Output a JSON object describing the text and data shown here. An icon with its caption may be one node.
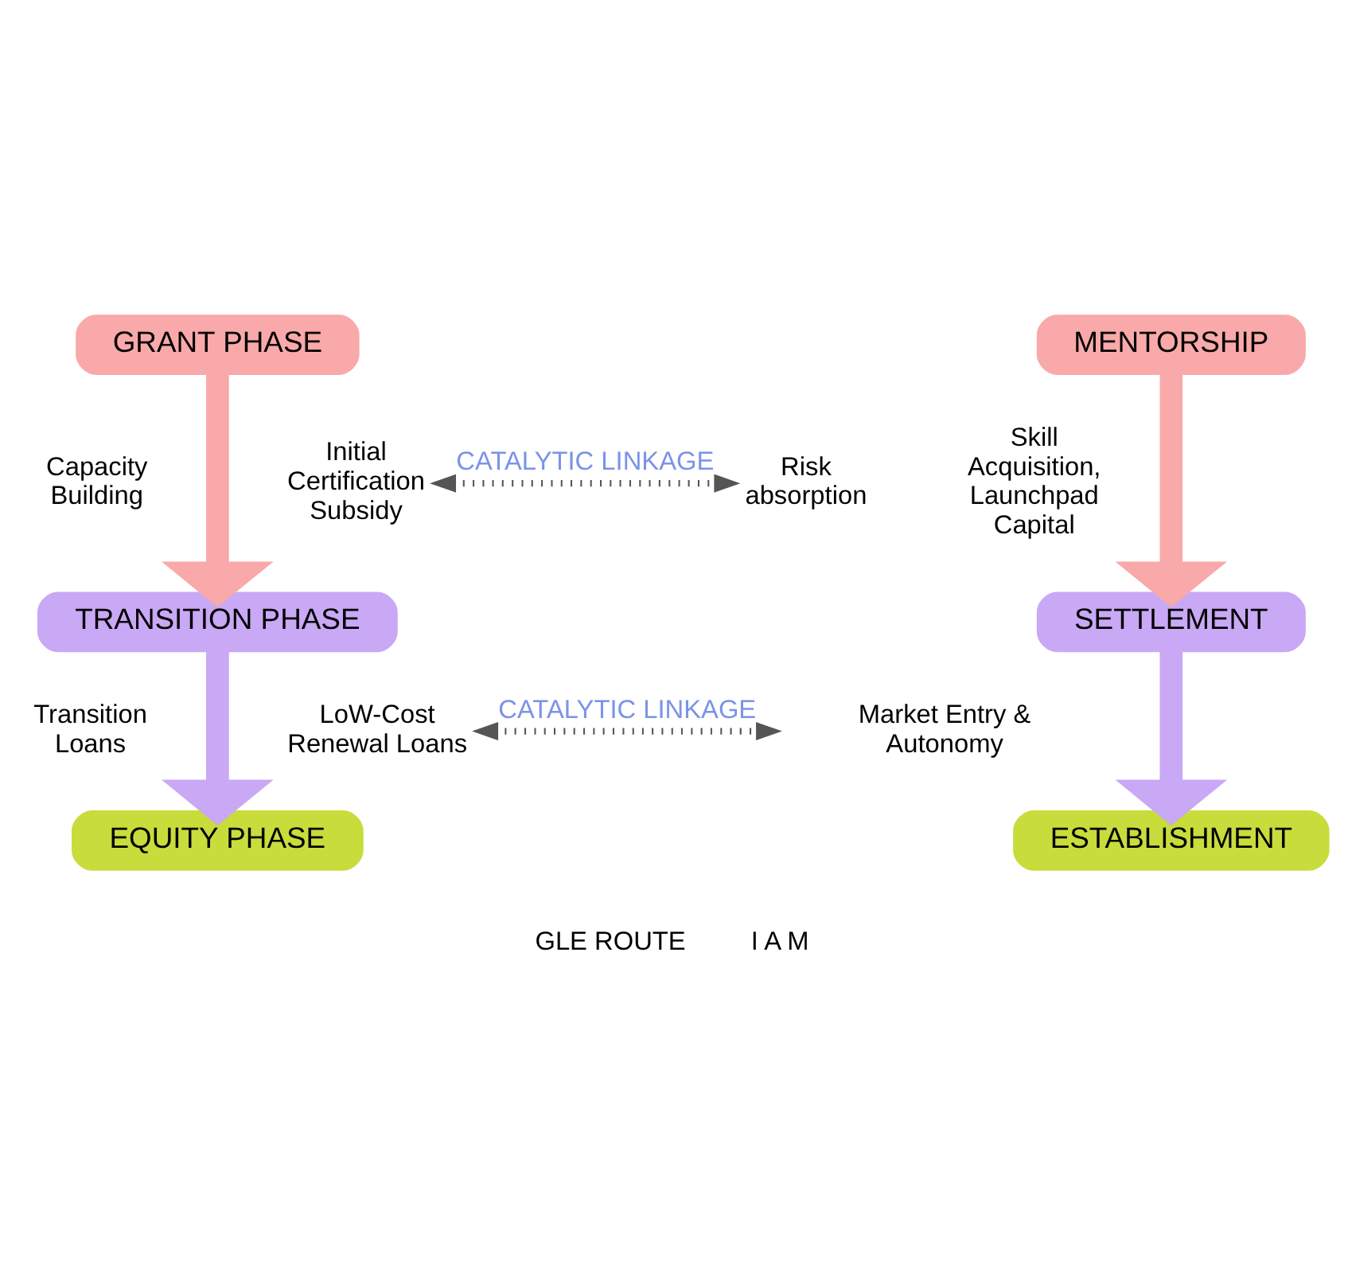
{
  "diagram": {
    "nodes": [
      {
        "text": [
          "GRANT PHASE"
        ]
      },
      {
        "text": [
          "MENTORSHIP"
        ]
      },
      {
        "text": [
          "TRANSITION PHASE"
        ]
      },
      {
        "text": [
          "SETTLEMENT"
        ]
      },
      {
        "text": [
          "EQUITY PHASE"
        ]
      },
      {
        "text": [
          "ESTABLISHMENT"
        ]
      },
      {
        "text": [
          "Initial Certification Subsidy"
        ]
      },
      {
        "text": [
          "Risk absorption"
        ]
      },
      {
        "text": [
          "LoW-Cost Renewal Loans"
        ]
      }
    ],
    "edges": [
      {
        "from": 0,
        "to": 2,
        "arrow": "to",
        "color": "#f9a9a9"
      },
      {
        "from": 1,
        "to": 3,
        "arrow": "to",
        "color": "#f9a9a9"
      },
      {
        "from": 6,
        "to": 7,
        "arrow": "both",
        "style": "dashed",
        "color": "#555555",
        "label": "CATALYTIC LINKAGE"
      },
      {
        "from": 2,
        "to": 4,
        "arrow": "to",
        "color": "#c9a8f5"
      },
      {
        "from": 3,
        "to": 5,
        "arrow": "to",
        "color": "#c9a8f5"
      },
      {
        "from": 8,
        "to": null,
        "arrow": "both",
        "style": "dashed",
        "color": "#555555",
        "label": "CATALYTIC LINKAGE"
      }
    ],
    "labels": [
      "Capacity Building",
      "Skill Acquisition, Launchpad Capital",
      "Transition Loans",
      "Market Entry & Autonomy",
      "GLE ROUTE",
      "I A M"
    ]
  }
}
